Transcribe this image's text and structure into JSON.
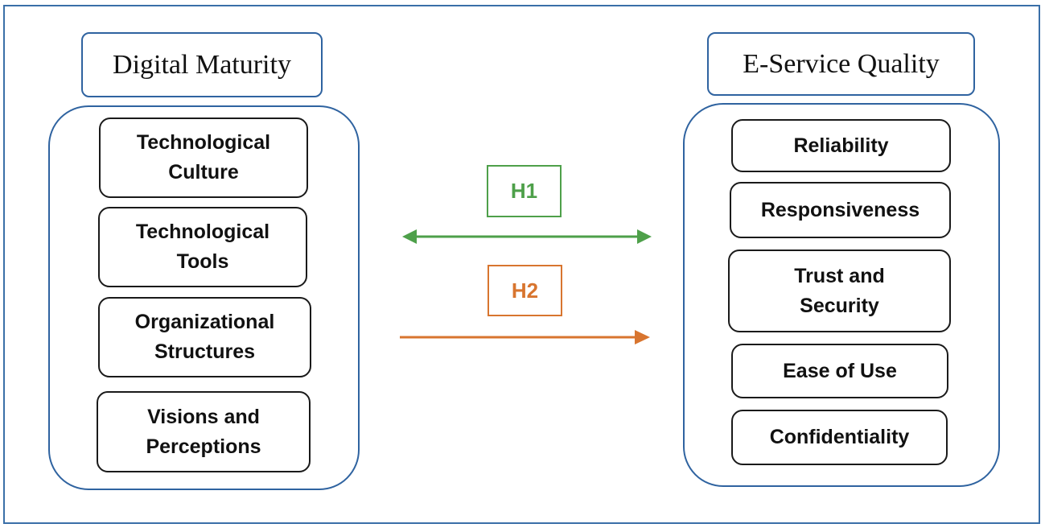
{
  "digital_maturity": {
    "title": "Digital Maturity",
    "items": [
      {
        "line1": "Technological",
        "line2": "Culture"
      },
      {
        "line1": "Technological",
        "line2": "Tools"
      },
      {
        "line1": "Organizational",
        "line2": "Structures"
      },
      {
        "line1": "Visions and",
        "line2": "Perceptions"
      }
    ]
  },
  "eservice_quality": {
    "title": "E-Service Quality",
    "items": [
      {
        "line1": "Reliability"
      },
      {
        "line1": "Responsiveness"
      },
      {
        "line1": "Trust and",
        "line2": "Security"
      },
      {
        "line1": "Ease of Use"
      },
      {
        "line1": "Confidentiality"
      }
    ]
  },
  "hypotheses": {
    "h1": {
      "label": "H1",
      "direction": "bidirectional",
      "color": "#4ea04a"
    },
    "h2": {
      "label": "H2",
      "direction": "left-to-right",
      "color": "#d8752f"
    }
  },
  "colors": {
    "frame": "#3a6fa8",
    "group_border": "#2f63a0",
    "item_border": "#1a1a1a"
  }
}
